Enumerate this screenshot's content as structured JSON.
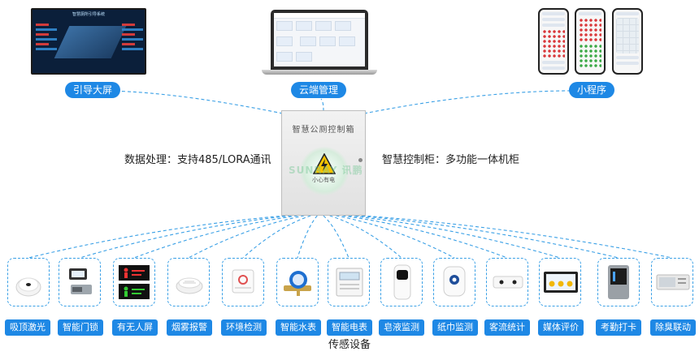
{
  "top_nodes": [
    {
      "id": "guide-screen",
      "label": "引导大屏",
      "screen_title": "智慧厕所引导系统"
    },
    {
      "id": "cloud",
      "label": "云端管理"
    },
    {
      "id": "mini-program",
      "label": "小程序"
    }
  ],
  "control_box": {
    "title": "智慧公厕控制箱",
    "warning": "小心有电",
    "watermark": "SUNRAY 讯鹏"
  },
  "left_caption": "数据处理：支持485/LORA通讯",
  "right_caption": "智慧控制柜：多功能一体机柜",
  "devices": [
    {
      "id": "laser",
      "label": "吸顶激光",
      "icon": "ceiling-laser-sensor"
    },
    {
      "id": "lock",
      "label": "智能门锁",
      "icon": "smart-door-lock"
    },
    {
      "id": "occupancy",
      "label": "有无人屏",
      "icon": "occupancy-display"
    },
    {
      "id": "smoke",
      "label": "烟雾报警",
      "icon": "smoke-detector"
    },
    {
      "id": "env",
      "label": "环境检测",
      "icon": "environment-sensor"
    },
    {
      "id": "water",
      "label": "智能水表",
      "icon": "water-meter"
    },
    {
      "id": "electric",
      "label": "智能电表",
      "icon": "electric-meter"
    },
    {
      "id": "soap",
      "label": "皂液监测",
      "icon": "soap-dispenser"
    },
    {
      "id": "paper",
      "label": "纸巾监测",
      "icon": "paper-towel-dispenser"
    },
    {
      "id": "passenger",
      "label": "客流统计",
      "icon": "people-counter"
    },
    {
      "id": "evaluation",
      "label": "媒体评价",
      "icon": "evaluation-screen"
    },
    {
      "id": "attendance",
      "label": "考勤打卡",
      "icon": "attendance-terminal"
    },
    {
      "id": "deodorize",
      "label": "除臭联动",
      "icon": "deodorizer"
    }
  ],
  "bottom_caption": "传感设备",
  "colors": {
    "accent": "#1e88e5",
    "link": "#3aa0e6"
  }
}
